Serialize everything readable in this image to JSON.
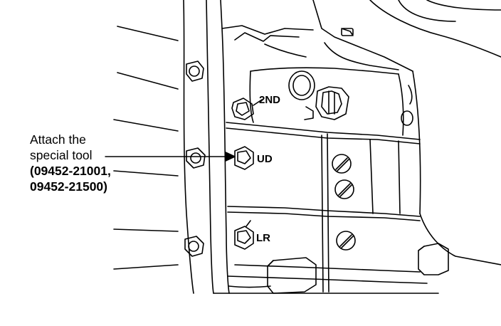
{
  "callout": {
    "line1": "Attach the",
    "line2": "special tool",
    "line3": "(09452-21001,",
    "line4": "09452-21500)"
  },
  "ports": {
    "second": "2ND",
    "underdrive": "UD",
    "low_reverse": "LR"
  },
  "colors": {
    "ink": "#000000",
    "paper": "#ffffff"
  }
}
